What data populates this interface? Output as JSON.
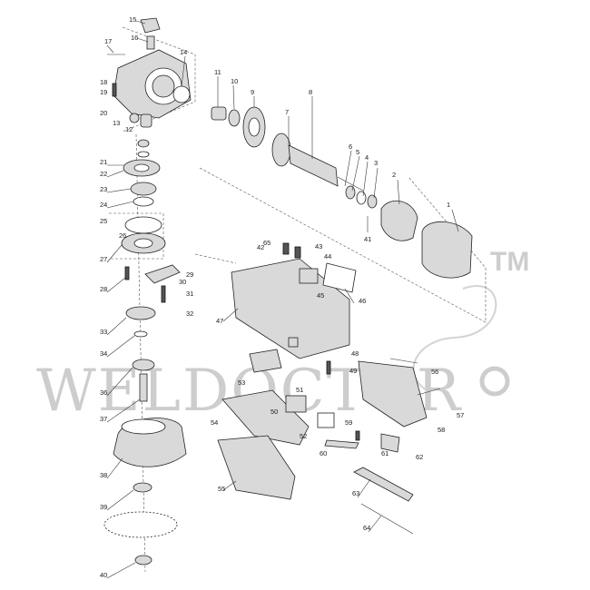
{
  "watermark": {
    "text": "WELDOCTOR",
    "tm": "TM"
  },
  "callouts": [
    "1",
    "2",
    "3",
    "4",
    "5",
    "6",
    "7",
    "8",
    "9",
    "10",
    "11",
    "12",
    "13",
    "14",
    "15",
    "16",
    "17",
    "18",
    "19",
    "20",
    "21",
    "22",
    "23",
    "24",
    "25",
    "26",
    "27",
    "28",
    "29",
    "30",
    "31",
    "32",
    "33",
    "34",
    "36",
    "37",
    "38",
    "39",
    "40",
    "41",
    "42",
    "43",
    "44",
    "45",
    "46",
    "47",
    "48",
    "49",
    "50",
    "51",
    "52",
    "53",
    "54",
    "55",
    "56",
    "57",
    "58",
    "59",
    "60",
    "61",
    "62",
    "63",
    "64",
    "65"
  ]
}
